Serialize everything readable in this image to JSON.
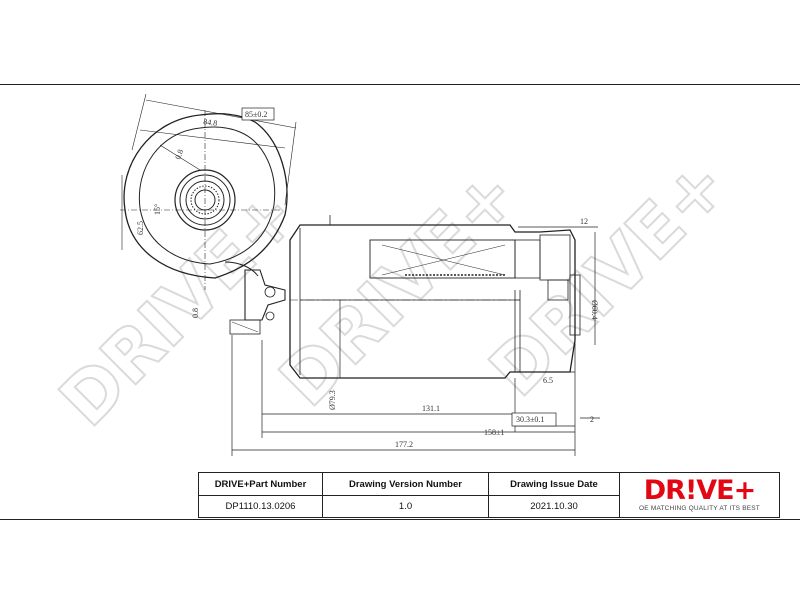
{
  "watermark": {
    "text": "DRIVE+"
  },
  "dimensions": {
    "width_top": "85±0.2",
    "width_inner": "84.8",
    "angle_a": "0.8",
    "angle_b": "15°",
    "dia_left": "62.5",
    "angle_c": "0.8",
    "dim_12": "12",
    "dia_right": "Ø60.4",
    "dia_body": "Ø79.3",
    "dim_6_5": "6.5",
    "len_131": "131.1",
    "len_30": "30.3±0.1",
    "dim_2": "2",
    "len_158": "158±1",
    "len_177": "177.2"
  },
  "title_block": {
    "part_header": "DRIVE+Part Number",
    "part_value": "DP1110.13.0206",
    "version_header": "Drawing Version Number",
    "version_value": "1.0",
    "date_header": "Drawing Issue Date",
    "date_value": "2021.10.30",
    "logo_text": "DR!VE+",
    "logo_tagline": "OE MATCHING QUALITY AT ITS BEST"
  },
  "colors": {
    "brand_red": "#e30613",
    "line": "#222222"
  }
}
